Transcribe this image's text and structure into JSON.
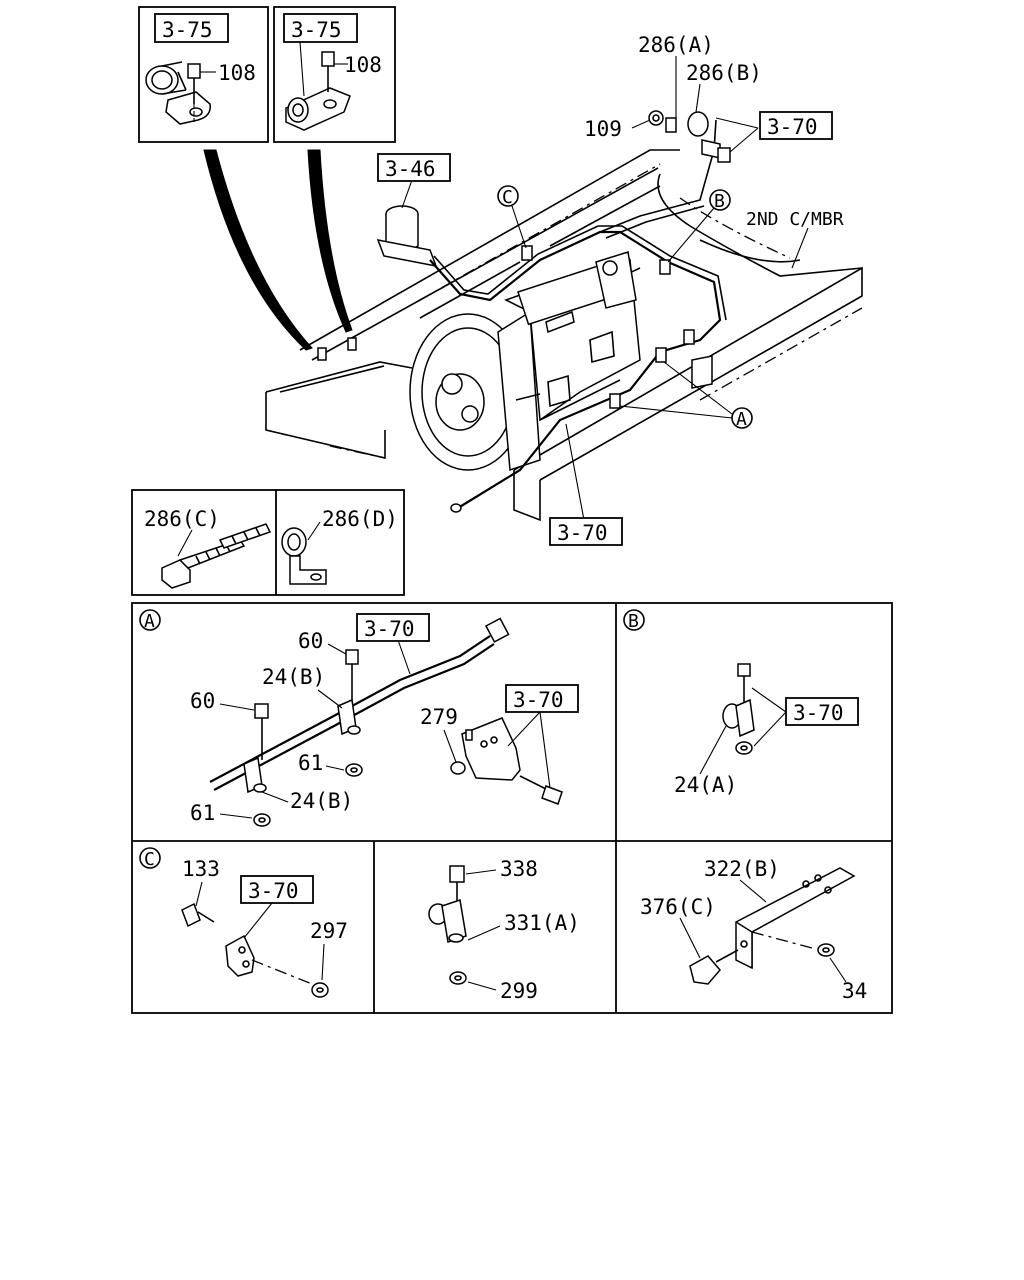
{
  "labels": {
    "ref_3_75": "3-75",
    "ref_3_70": "3-70",
    "ref_3_46": "3-46",
    "p108": "108",
    "p286a": "286(A)",
    "p286b": "286(B)",
    "p286c": "286(C)",
    "p286d": "286(D)",
    "p109": "109",
    "member": "2ND C/MBR",
    "p60": "60",
    "p61": "61",
    "p24a": "24(A)",
    "p24b": "24(B)",
    "p279": "279",
    "p133": "133",
    "p297": "297",
    "p338": "338",
    "p331a": "331(A)",
    "p299": "299",
    "p322b": "322(B)",
    "p376c": "376(C)",
    "p34": "34"
  },
  "callouts": {
    "a": "A",
    "b": "B",
    "c": "C"
  }
}
